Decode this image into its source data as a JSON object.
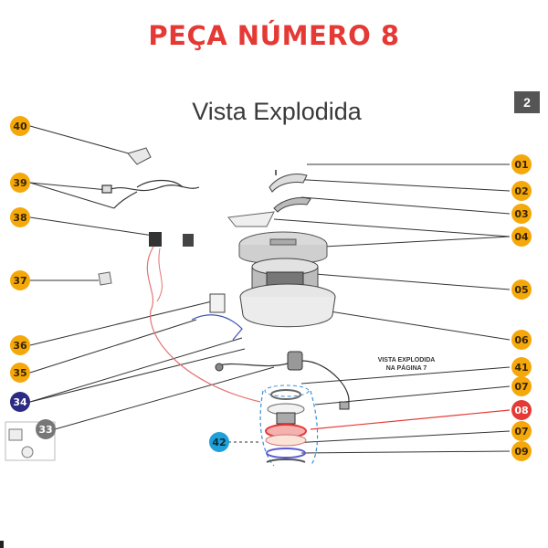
{
  "header": {
    "headline": "PEÇA NÚMERO 8",
    "title": "Vista Explodida",
    "page_number": "2"
  },
  "note": {
    "line1": "VISTA EXPLODIDA",
    "line2": "NA PÁGINA 7"
  },
  "callouts": {
    "c40": "40",
    "c39": "39",
    "c38": "38",
    "c37": "37",
    "c36": "36",
    "c35": "35",
    "c34": "34",
    "c33": "33",
    "c42": "42",
    "c01": "01",
    "c02": "02",
    "c03": "03",
    "c04": "04",
    "c05": "05",
    "c06": "06",
    "c41": "41",
    "c07a": "07",
    "c08": "08",
    "c07b": "07",
    "c09": "09"
  },
  "colors": {
    "callout": "#f5a80a",
    "highlight": "#e53935",
    "blue_callout": "#2b2a84",
    "cyan_callout": "#1ea0d8",
    "gray_callout": "#777777"
  }
}
